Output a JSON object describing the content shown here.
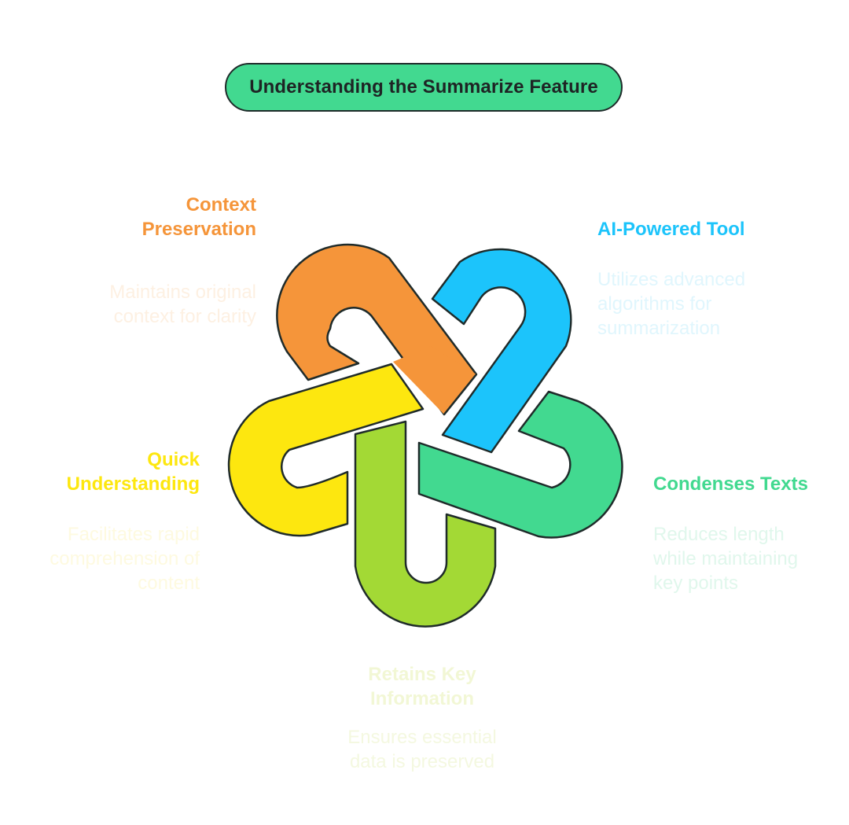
{
  "title": "Understanding the Summarize Feature",
  "colors": {
    "orange": "#f5953a",
    "blue": "#1cc4fb",
    "green": "#42d990",
    "lime": "#a3d935",
    "yellow": "#fde70f",
    "outline": "#1f2b2a"
  },
  "items": [
    {
      "key": "context",
      "label": "Context Preservation",
      "label_lines": [
        "Context",
        "Preservation"
      ],
      "description_lines": [
        "Maintains original",
        "context for clarity"
      ],
      "color": "#f5953a"
    },
    {
      "key": "ai",
      "label": "AI-Powered Tool",
      "label_lines": [
        "AI-Powered Tool"
      ],
      "description_lines": [
        "Utilizes advanced",
        "algorithms for",
        "summarization"
      ],
      "color": "#1cc4fb"
    },
    {
      "key": "condenses",
      "label": "Condenses Texts",
      "label_lines": [
        "Condenses Texts"
      ],
      "description_lines": [
        "Reduces length",
        "while maintaining",
        "key points"
      ],
      "color": "#42d990"
    },
    {
      "key": "retains",
      "label": "Retains Key Information",
      "label_lines": [
        "Retains Key",
        "Information"
      ],
      "description_lines": [
        "Ensures essential",
        "data is preserved"
      ],
      "color": "#f2f7d5"
    },
    {
      "key": "quick",
      "label": "Quick Understanding",
      "label_lines": [
        "Quick",
        "Understanding"
      ],
      "description_lines": [
        "Facilitates rapid",
        "comprehension of",
        "content"
      ],
      "color": "#fde70f"
    }
  ]
}
